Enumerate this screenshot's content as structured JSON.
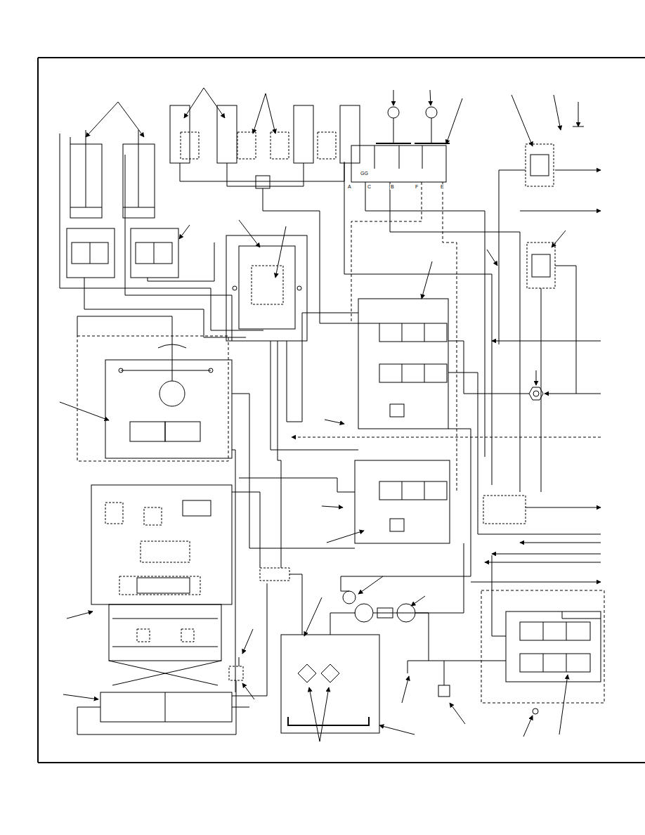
{
  "diagram": {
    "labels": [
      "GG",
      "A",
      "C",
      "B",
      "F",
      "E"
    ]
  }
}
